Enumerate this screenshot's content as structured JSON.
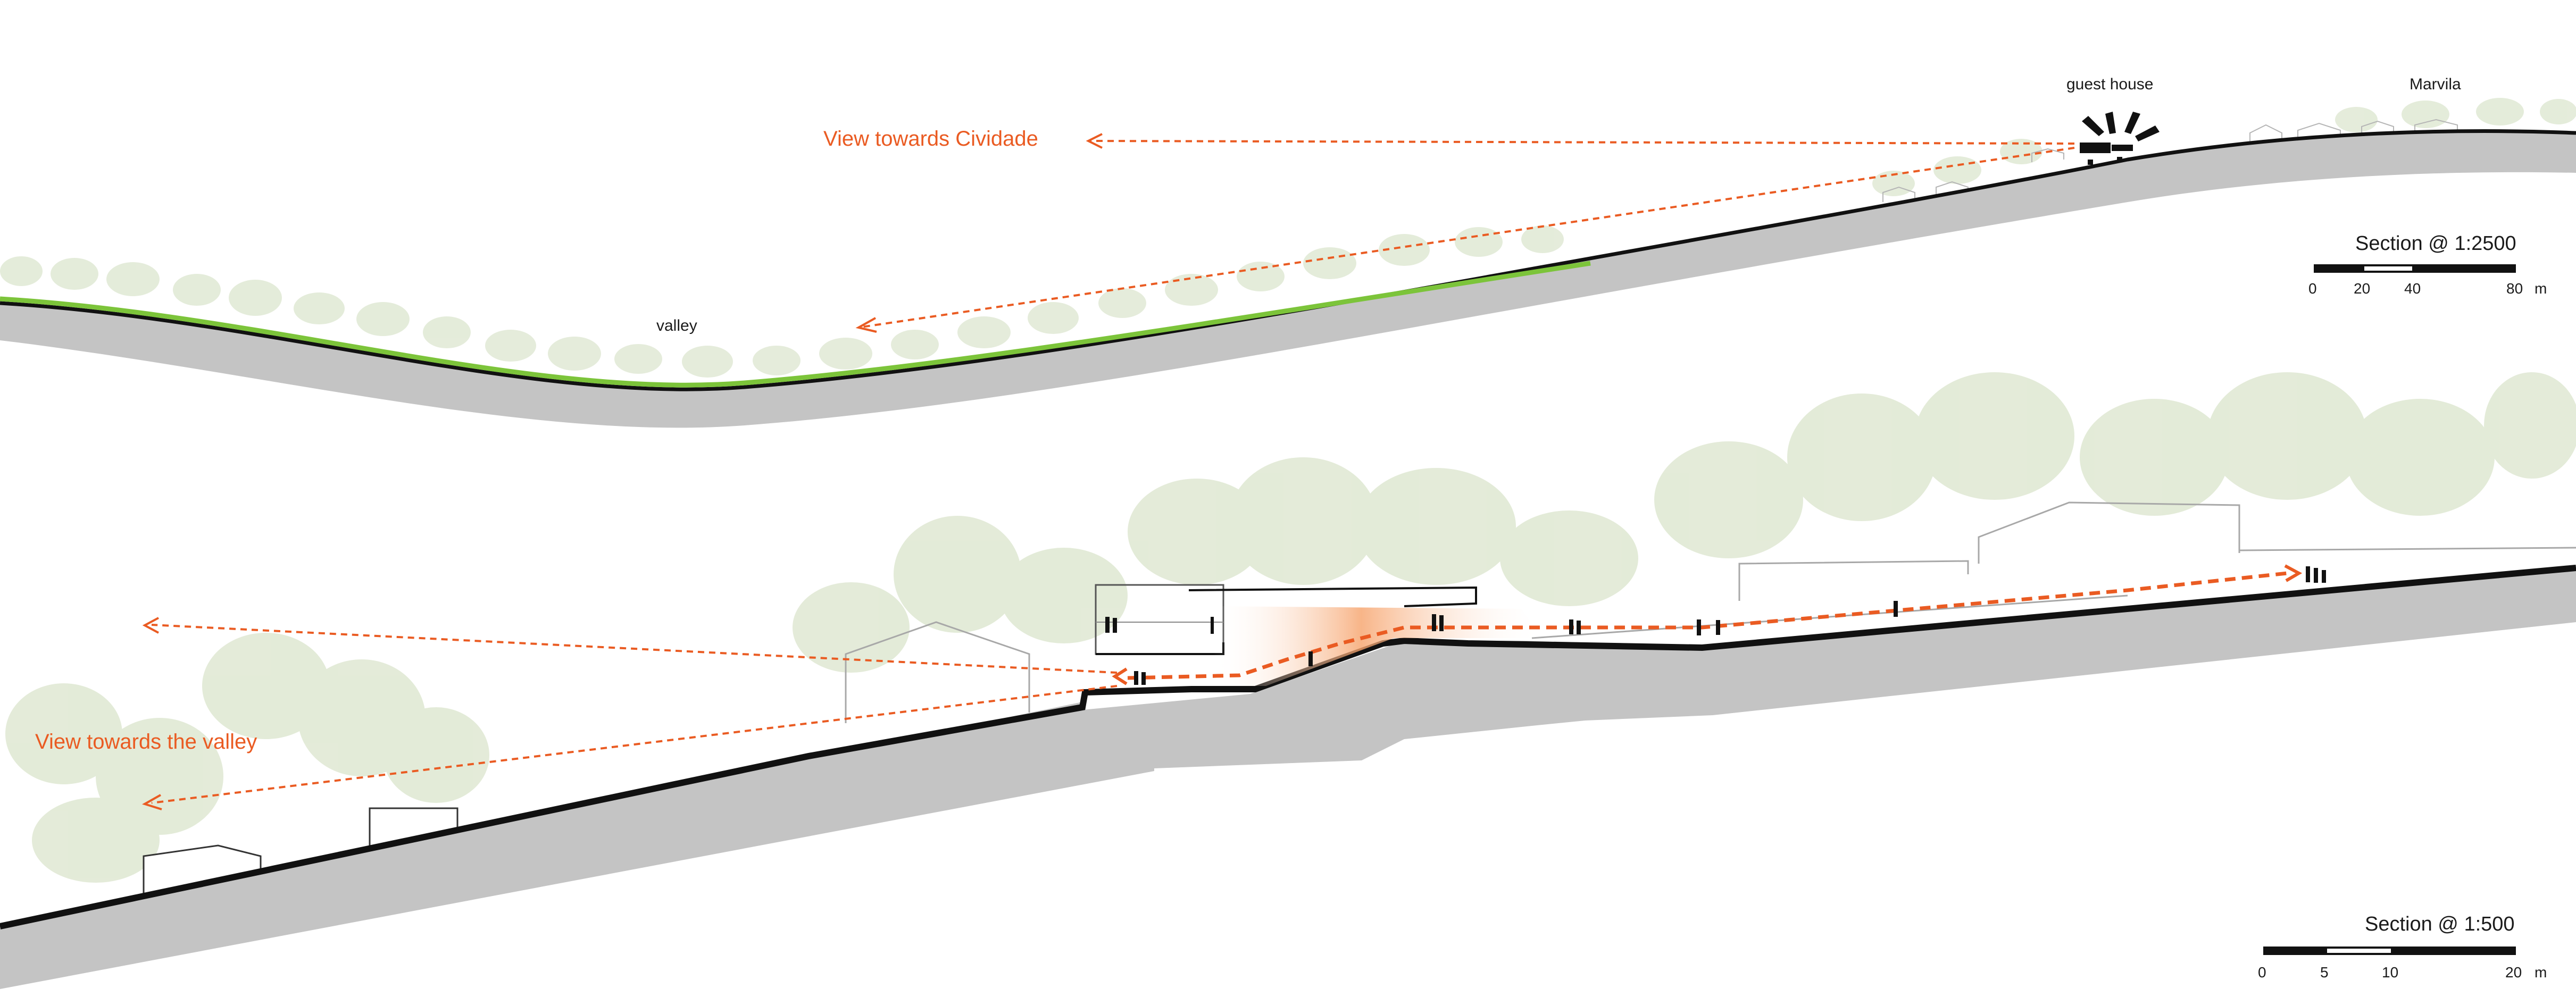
{
  "labels": {
    "guest_house": "guest house",
    "marvila": "Marvila",
    "valley": "valley",
    "view_cividade": "View towards Cividade",
    "view_valley": "View towards the valley"
  },
  "scalebar_top": {
    "title": "Section @ 1:2500",
    "ticks": [
      "0",
      "20",
      "40",
      "80",
      "m"
    ]
  },
  "scalebar_bottom": {
    "title": "Section @ 1:500",
    "ticks": [
      "0",
      "5",
      "10",
      "20",
      "m"
    ]
  },
  "colors": {
    "accent": "#ea5b22",
    "grass": "#7cc43a",
    "ground": "#c4c4c4",
    "tree": "#dfe8d2",
    "ink": "#111111"
  },
  "icons": {
    "sun": "sun-rays-icon"
  }
}
